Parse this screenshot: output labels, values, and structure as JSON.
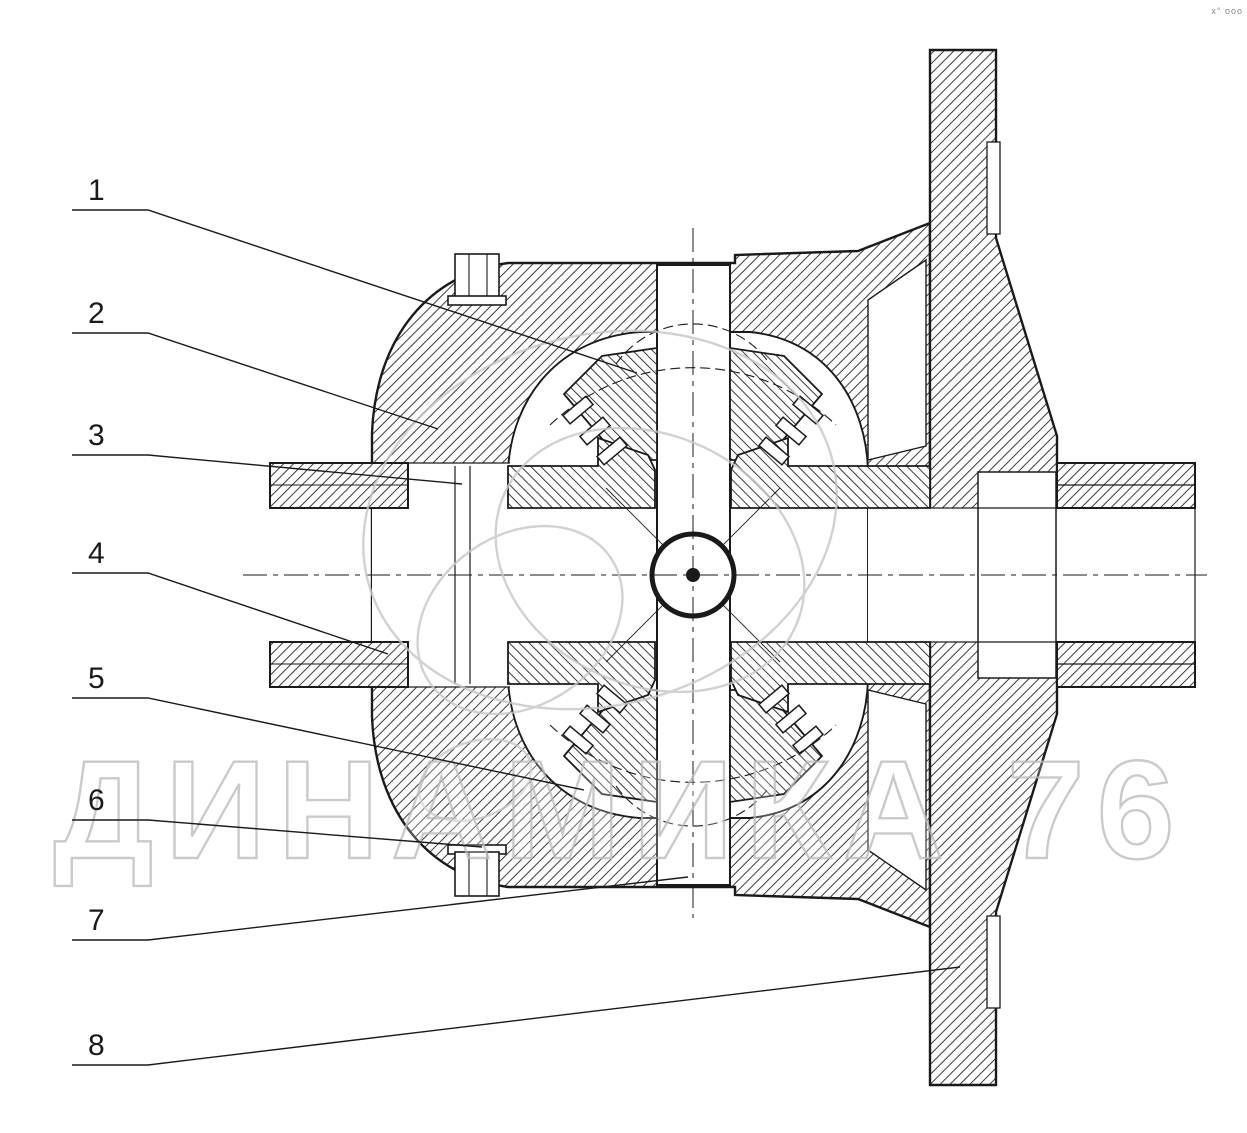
{
  "callouts": [
    {
      "label": "1"
    },
    {
      "label": "2"
    },
    {
      "label": "3"
    },
    {
      "label": "4"
    },
    {
      "label": "5"
    },
    {
      "label": "6"
    },
    {
      "label": "7"
    },
    {
      "label": "8"
    }
  ],
  "watermark": {
    "text": "ДИНАМИКА 76"
  },
  "corner_mark": "х° ооо",
  "colors": {
    "line": "#1a1a1a",
    "hatch": "#3a3a3a",
    "watermark": "#bdbdbd",
    "background": "#ffffff"
  }
}
